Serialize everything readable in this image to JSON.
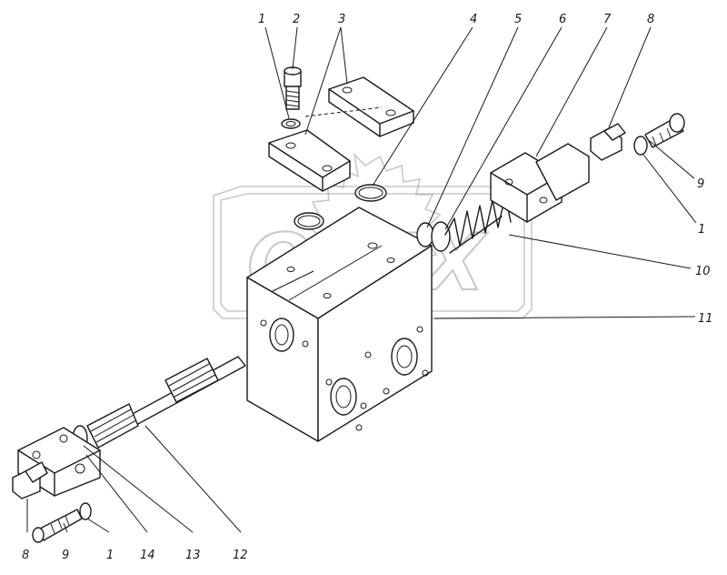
{
  "watermark": {
    "text": "OPEX"
  },
  "callouts": {
    "top": [
      "1",
      "2",
      "3",
      "4",
      "5",
      "6",
      "7",
      "8"
    ],
    "right": [
      "9",
      "1",
      "10",
      "11"
    ],
    "bottom": [
      "8",
      "9",
      "1",
      "14",
      "13",
      "12"
    ]
  }
}
